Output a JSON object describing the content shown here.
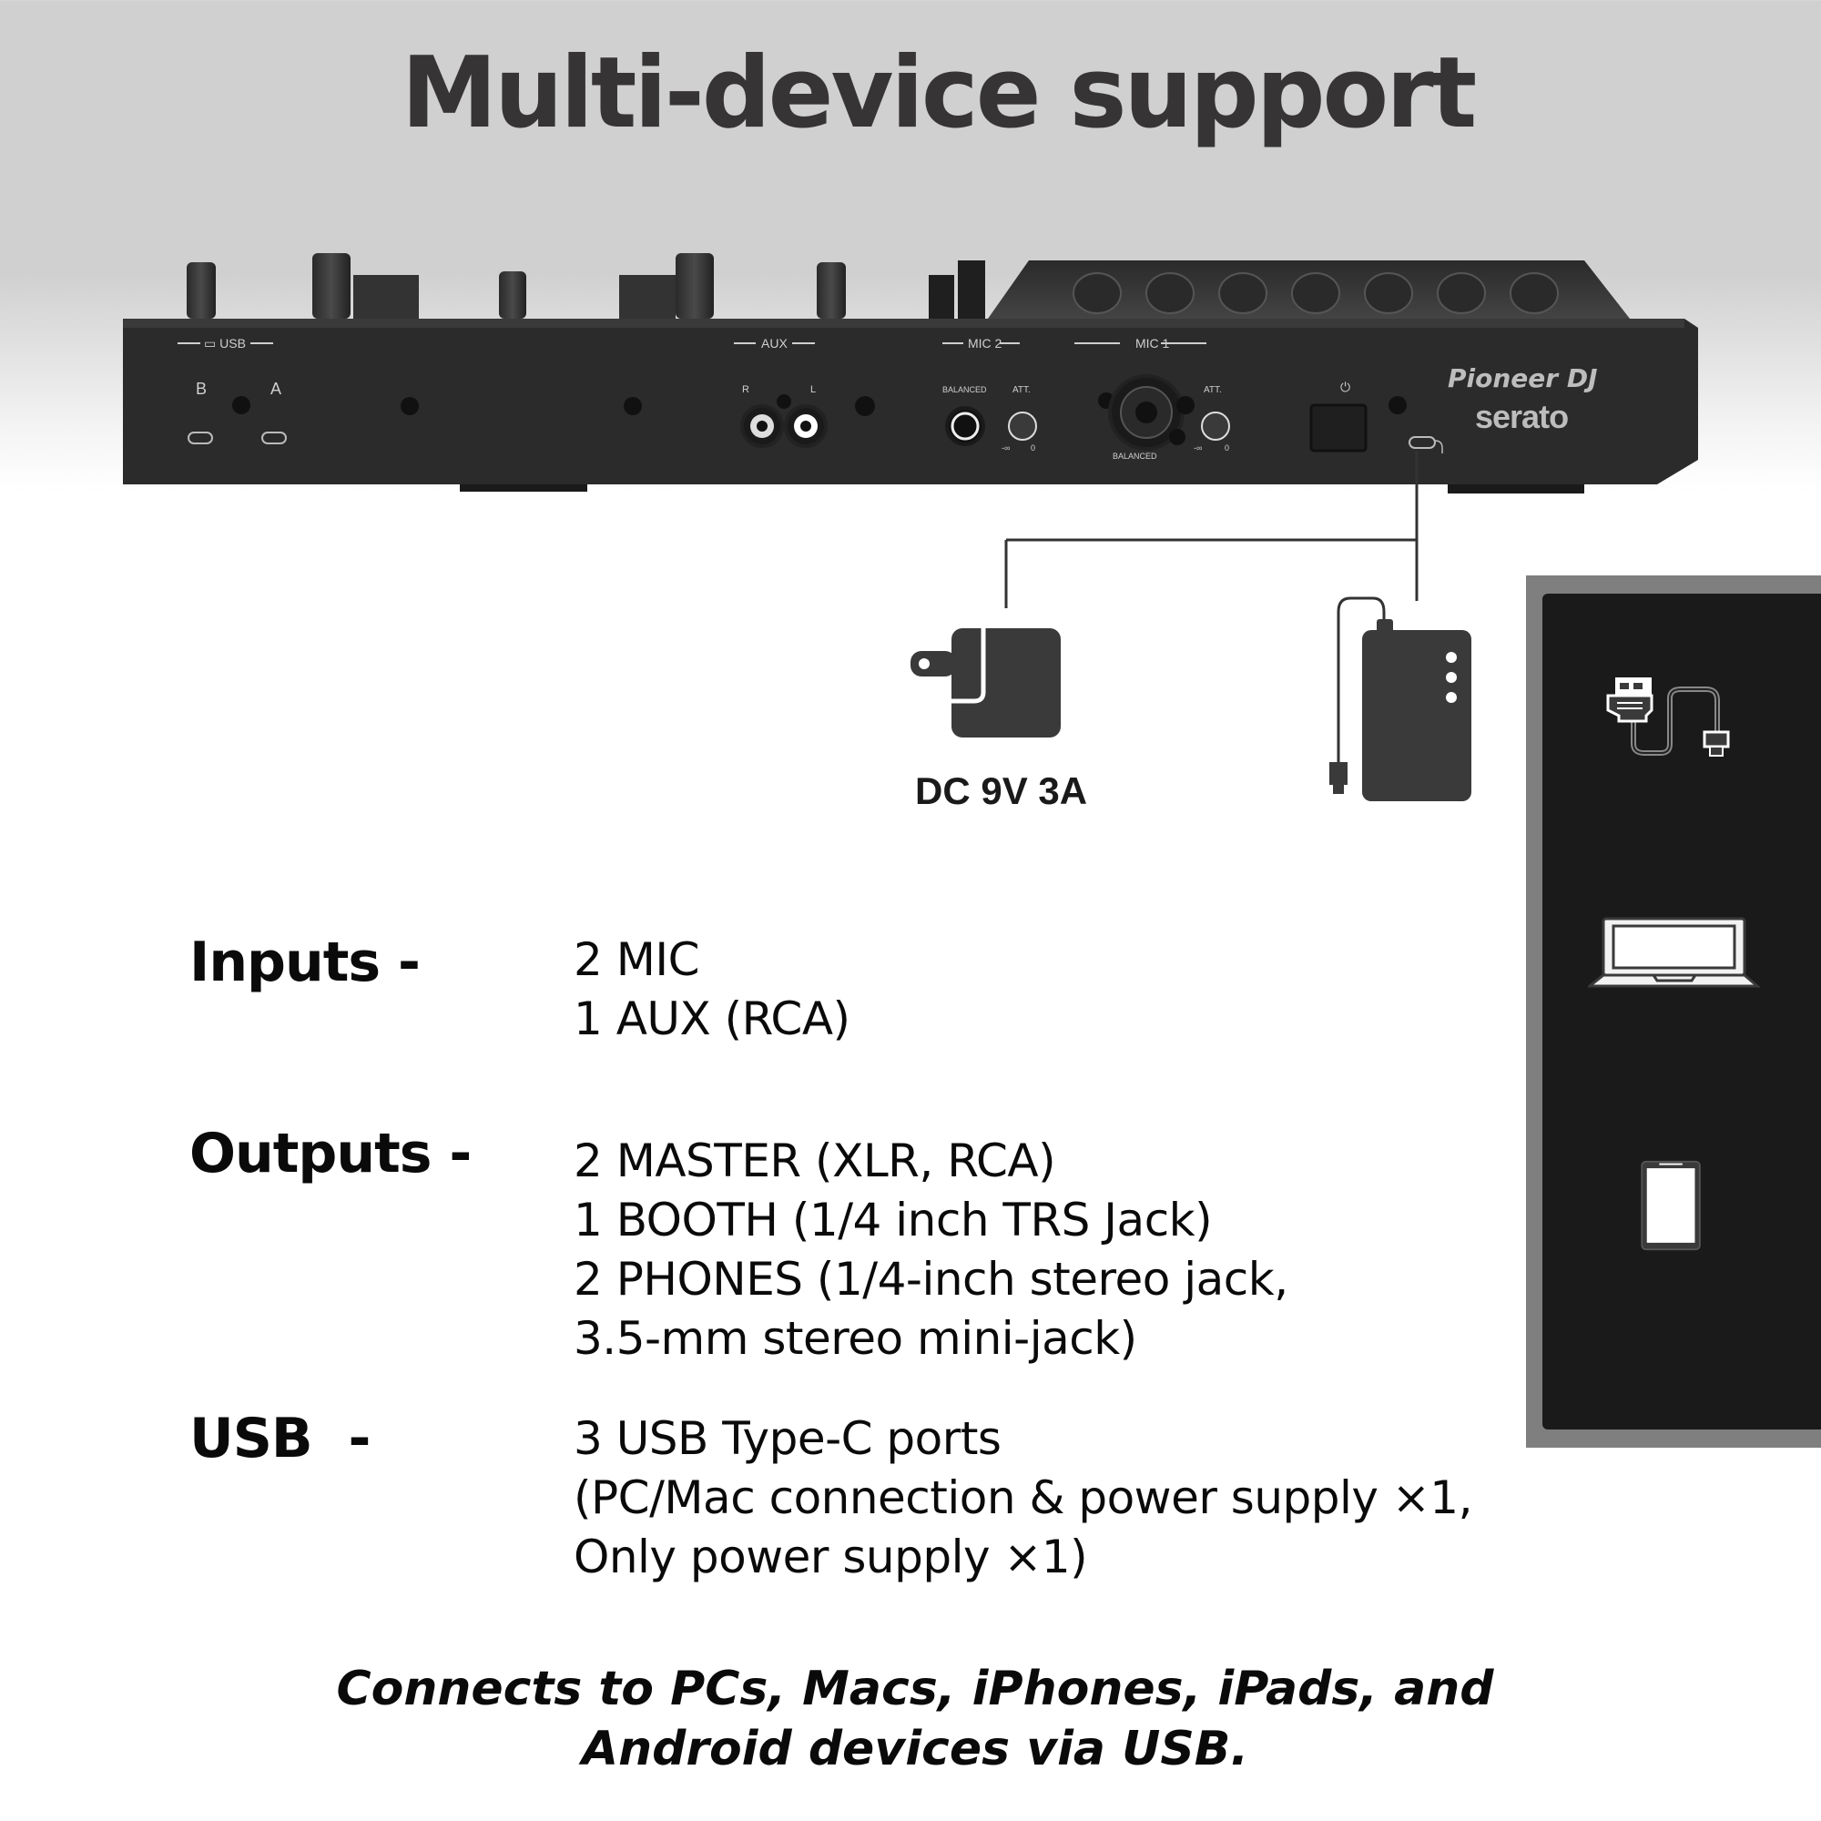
{
  "title": "Multi-device support",
  "device_panel": {
    "sections": {
      "usb": "USB",
      "usb_ports": [
        "B",
        "A"
      ],
      "aux": "AUX",
      "aux_channels": [
        "R",
        "L"
      ],
      "mic2": "MIC 2",
      "mic1": "MIC 1",
      "balanced": "BALANCED",
      "att": "ATT.",
      "att_min": "-∞",
      "att_max": "0",
      "power_symbol": "⏻"
    },
    "brand": "Pioneer DJ",
    "software": "serato"
  },
  "power_supply": {
    "adapter_label": "DC 9V 3A",
    "options": [
      "wall-adapter",
      "power-bank"
    ]
  },
  "device_icons": [
    "usb-cable",
    "laptop",
    "tablet"
  ],
  "specs": [
    {
      "label": "Inputs -",
      "values": [
        "2 MIC",
        "1 AUX (RCA)"
      ]
    },
    {
      "label": "Outputs -",
      "values": [
        "2 MASTER (XLR, RCA)",
        "1 BOOTH (1/4 inch TRS Jack)",
        "2 PHONES (1/4-inch stereo jack,",
        "3.5-mm stereo mini-jack)"
      ]
    },
    {
      "label": "USB  -",
      "values": [
        "3 USB Type-C ports",
        "(PC/Mac connection & power supply ×1,",
        "Only power supply ×1)"
      ]
    }
  ],
  "footer": [
    "Connects to PCs, Macs, iPhones, iPads, and",
    "Android devices via USB."
  ],
  "colors": {
    "title": "#373435",
    "device_body": "#2b2b2b",
    "panel_bg": "#1a1a1a",
    "panel_border": "#7f7f7f",
    "icon_fill": "#3a3a3a"
  }
}
